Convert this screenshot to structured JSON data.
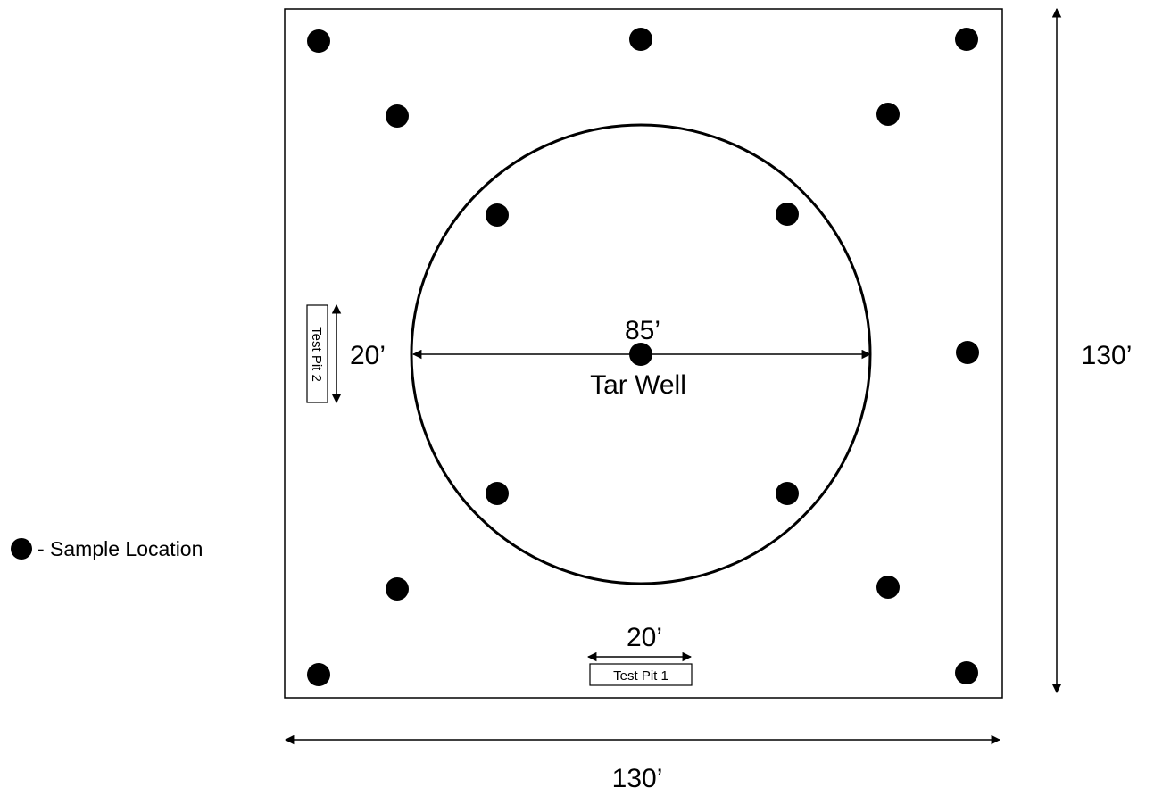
{
  "labels": {
    "width_dimension": "130’",
    "height_dimension": "130’",
    "diameter_dimension": "85’",
    "tar_well": "Tar Well",
    "test_pit_1": "Test Pit 1",
    "test_pit_1_length": "20’",
    "test_pit_2": "Test Pit 2",
    "test_pit_2_length": "20’",
    "legend": "- Sample Location"
  },
  "colors": {
    "ink": "#000000",
    "background": "#ffffff"
  }
}
